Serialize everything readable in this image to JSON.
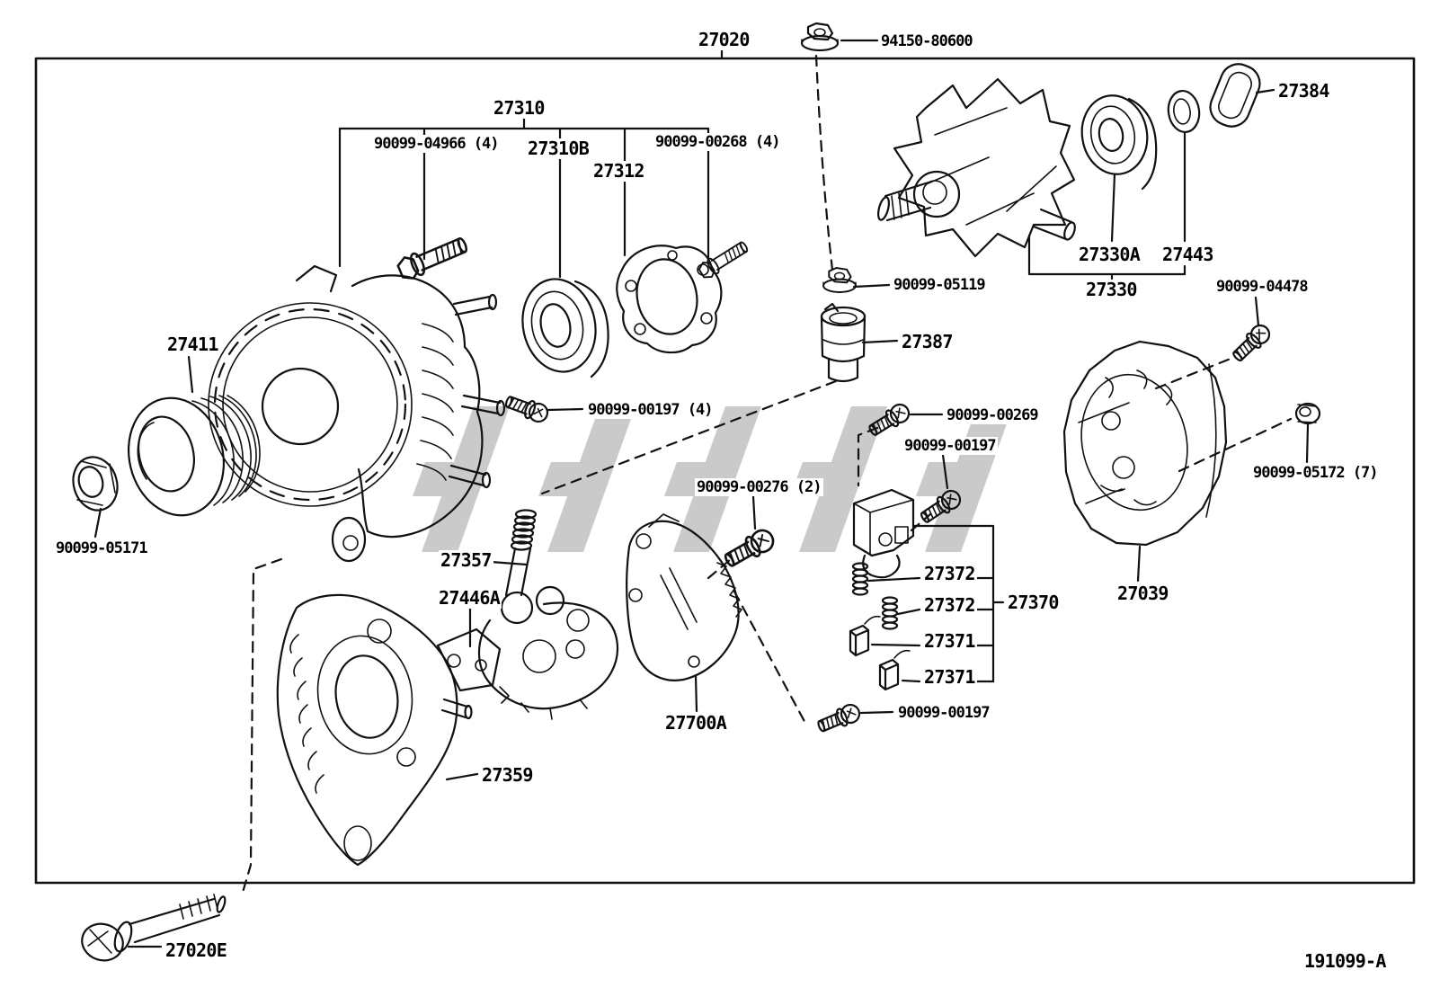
{
  "diagram": {
    "type": "exploded-parts-diagram",
    "subject": "alternator assembly",
    "doc_code": "191099-A",
    "colors": {
      "line": "#111111",
      "background": "#ffffff",
      "watermark": "#cacaca"
    }
  },
  "labels": {
    "l27020": "27020",
    "l94150_80600": "94150-80600",
    "l27310": "27310",
    "l90099_04966": "90099-04966 (4)",
    "l27310B": "27310B",
    "l90099_00268": "90099-00268 (4)",
    "l27312": "27312",
    "l27384": "27384",
    "l27330A": "27330A",
    "l27443": "27443",
    "l27330": "27330",
    "l90099_04478": "90099-04478",
    "l27411": "27411",
    "l90099_05171": "90099-05171",
    "l90099_05119": "90099-05119",
    "l27387": "27387",
    "l90099_00197_4": "90099-00197 (4)",
    "l90099_00269": "90099-00269",
    "l90099_00197_b": "90099-00197",
    "l90099_00276": "90099-00276 (2)",
    "l27357": "27357",
    "l27446A": "27446A",
    "l27359": "27359",
    "l27700A": "27700A",
    "l27372_1": "27372",
    "l27372_2": "27372",
    "l27370": "27370",
    "l27371_1": "27371",
    "l27371_2": "27371",
    "l27039": "27039",
    "l90099_05172": "90099-05172 (7)",
    "l90099_00197_c": "90099-00197",
    "l27020E": "27020E",
    "l191099": "191099-A"
  }
}
